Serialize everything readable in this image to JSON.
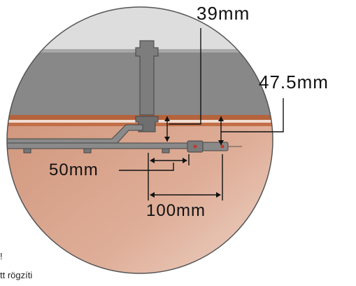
{
  "diagram": {
    "dimensions": {
      "d39": "39mm",
      "d475": "47.5mm",
      "d50": "50mm",
      "d100": "100mm"
    },
    "cropped_text": {
      "line1": "!",
      "line2": "tt rögzíti"
    },
    "colors": {
      "concrete": "#8a8a8a",
      "screed": "#c9876a",
      "floor": "#d9a48c",
      "copper_layer": "#b5633c",
      "pipe": "#7a7a7a",
      "line": "#111111"
    }
  }
}
